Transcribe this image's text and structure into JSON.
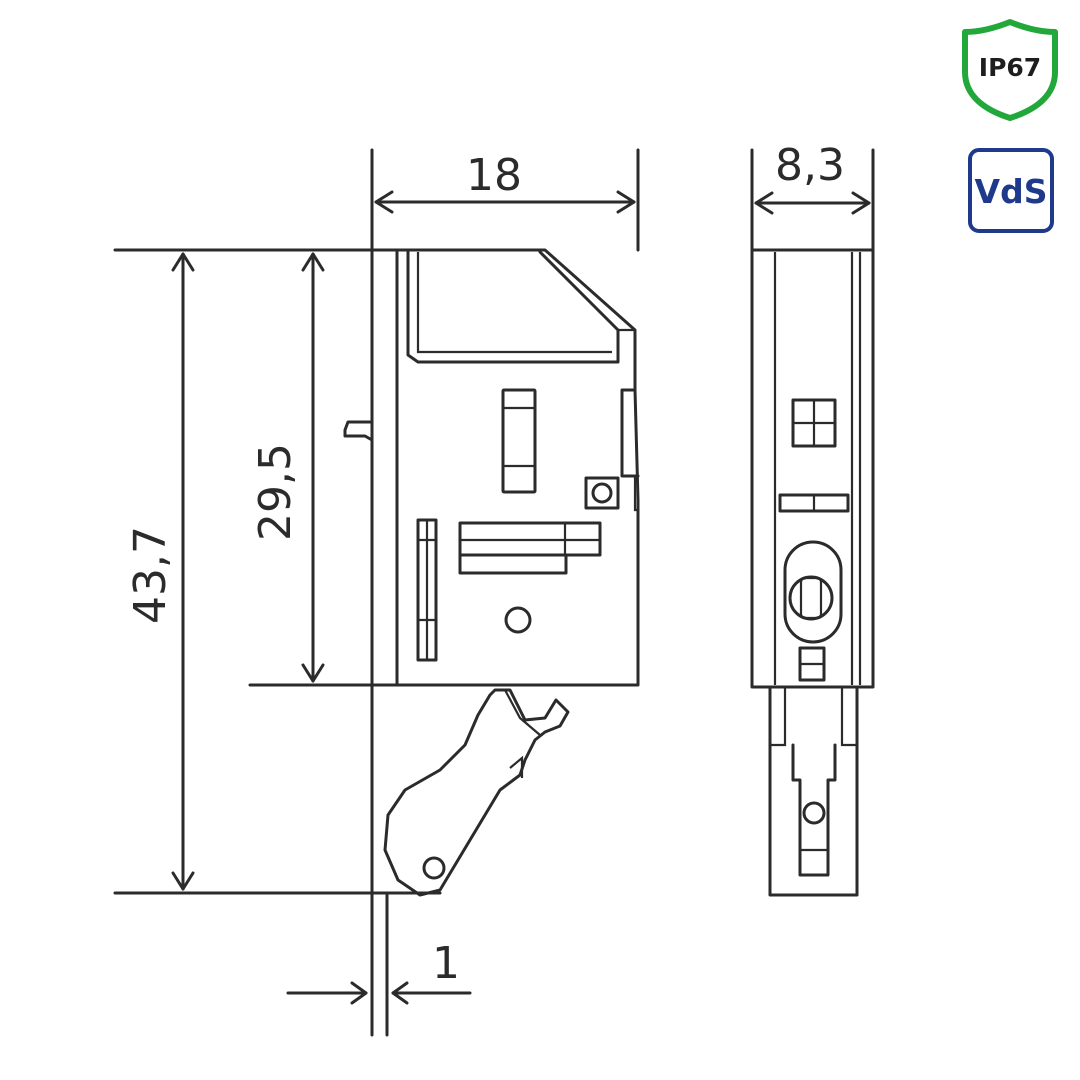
{
  "dimensions": {
    "width_top": "18",
    "depth_side": "8,3",
    "height_total": "43,7",
    "height_body": "29,5",
    "offset": "1"
  },
  "badges": {
    "ip_rating": "IP67",
    "certification": "VdS"
  },
  "colors": {
    "line": "#2b2b2b",
    "ip_green": "#22a83a",
    "vds_blue": "#1f3a8c"
  },
  "icons": [
    "shield-icon",
    "vds-badge-icon"
  ]
}
